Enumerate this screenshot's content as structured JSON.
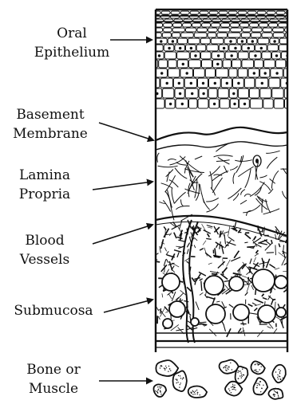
{
  "labels": {
    "oral_epithelium": [
      "Oral",
      "Epithelium"
    ],
    "basement_membrane": [
      "Basement",
      "Membrane"
    ],
    "lamina_propria": [
      "Lamina",
      "Propria"
    ],
    "blood_vessels": [
      "Blood",
      "Vessels"
    ],
    "submucosa": [
      "Submucosa"
    ],
    "bone_or_muscle": [
      "Bone or",
      "Muscle"
    ]
  },
  "colors": {
    "ink": "#111111",
    "background": "#ffffff"
  }
}
